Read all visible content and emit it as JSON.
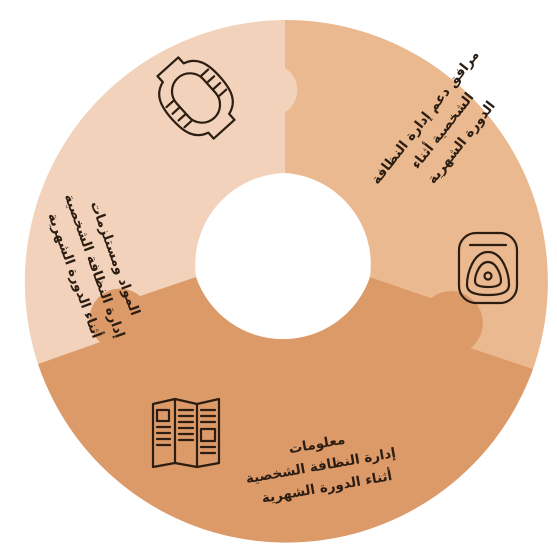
{
  "segments": [
    {
      "id": "materials",
      "lines": [
        "المواد ومستلزمات",
        "إدارة النظافة الشخصية",
        "أثناء الدورة الشهرية"
      ],
      "color": "#f2d2bb",
      "icon": "pad-icon"
    },
    {
      "id": "facilities",
      "lines": [
        "مرافق دعم إدارة النظافة",
        "الشخصية أثناء",
        "الدورة الشهرية"
      ],
      "color": "#ebb98f",
      "icon": "toilet-icon"
    },
    {
      "id": "information",
      "lines": [
        "معلومات",
        "إدارة النظافة الشخصية",
        "أثناء الدورة الشهرية"
      ],
      "color": "#dc9a69",
      "icon": "brochure-icon"
    }
  ]
}
